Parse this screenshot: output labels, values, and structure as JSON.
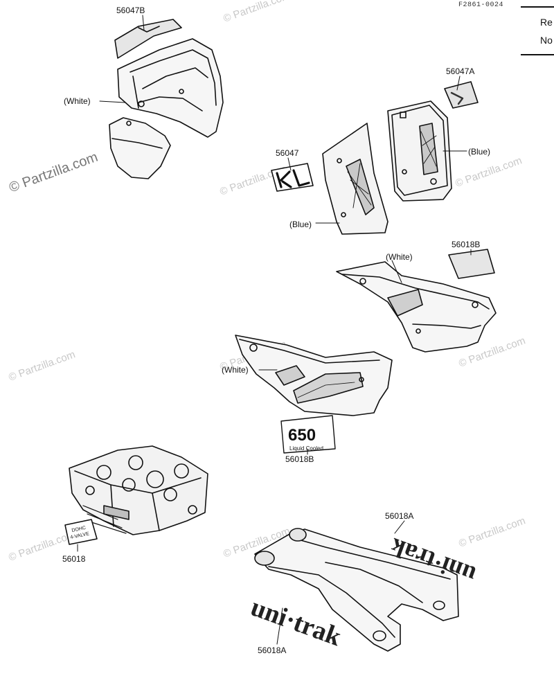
{
  "diagram": {
    "drawing_code": "F2861-0024",
    "corner_text": [
      "Re",
      "No"
    ],
    "watermark": "© Partzilla.com",
    "labels": {
      "l_56047B": "56047B",
      "l_white_fairing": "(White)",
      "l_56047A": "56047A",
      "l_56047": "56047",
      "l_blue_right": "(Blue)",
      "l_blue_left": "(Blue)",
      "l_56018B_top": "56018B",
      "l_white_rear": "(White)",
      "l_white_side": "(White)",
      "l_56018B_650": "56018B",
      "l_56018": "56018",
      "l_56018A_top": "56018A",
      "l_56018A_bottom": "56018A"
    },
    "decal_text": {
      "kl": "KL",
      "num650": "650",
      "liquid": "Liquid Cooled",
      "dohc": "DOHC",
      "valve": "4-VALVE",
      "unitrak": "uni·trak"
    }
  }
}
